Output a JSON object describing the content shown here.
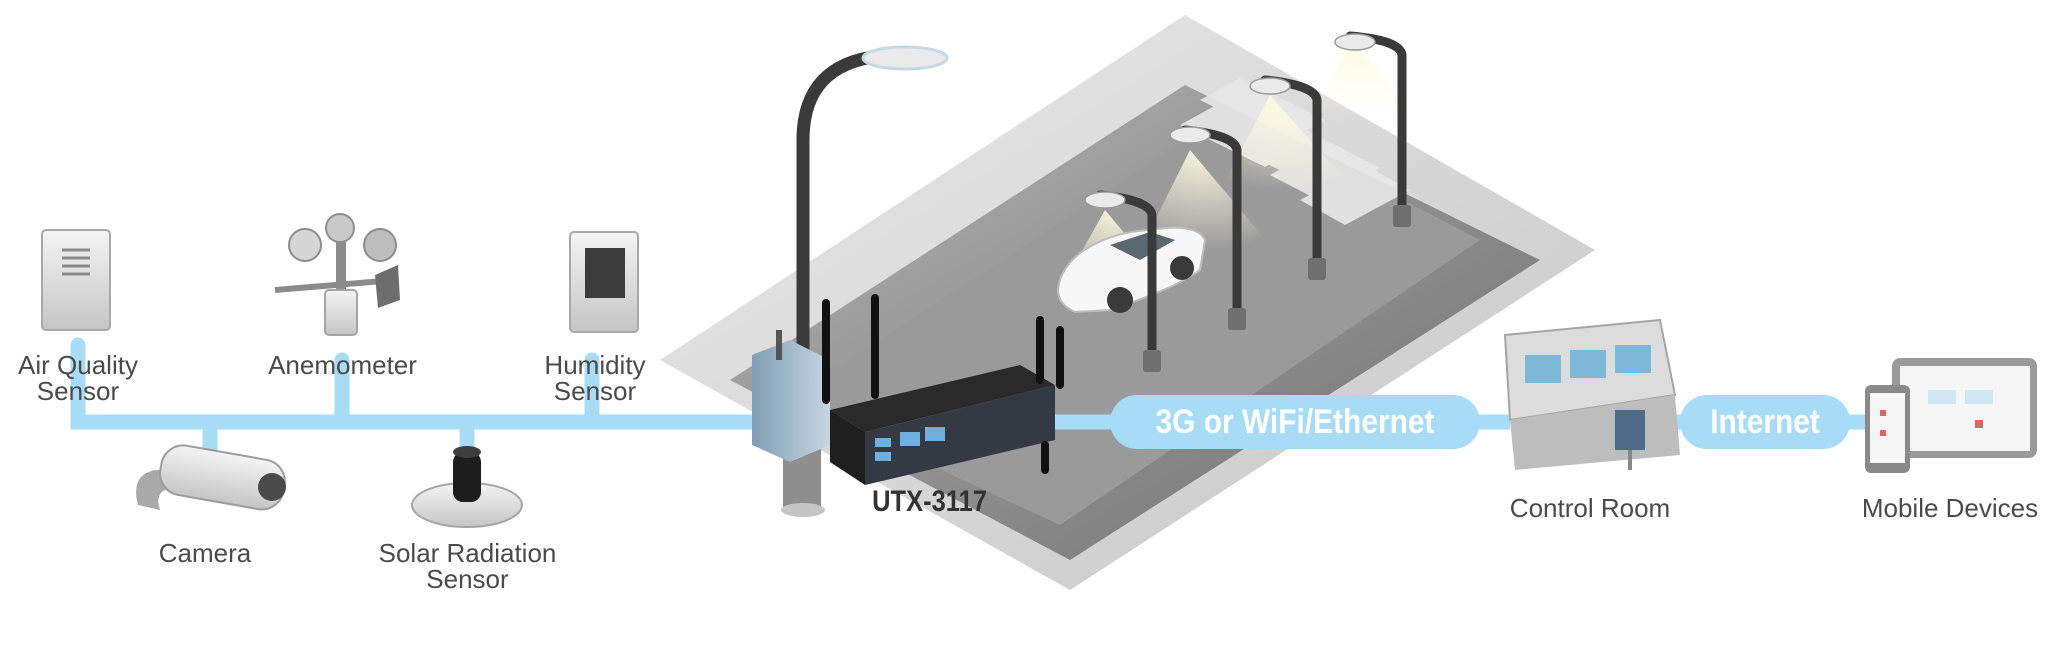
{
  "sensors": {
    "air_quality": "Air Quality\nSensor",
    "anemometer": "Anemometer",
    "humidity": "Humidity\nSensor",
    "camera": "Camera",
    "solar": "Solar Radiation\nSensor"
  },
  "product": "UTX-3117",
  "links": {
    "wireless": "3G or WiFi/Ethernet",
    "internet": "Internet"
  },
  "destinations": {
    "control_room": "Control Room",
    "mobile": "Mobile Devices"
  },
  "colors": {
    "connector": "#a6dcf5",
    "road": "#8c8c8c",
    "sidewalk": "#d9d9d9",
    "pole": "#3a3a3a"
  }
}
